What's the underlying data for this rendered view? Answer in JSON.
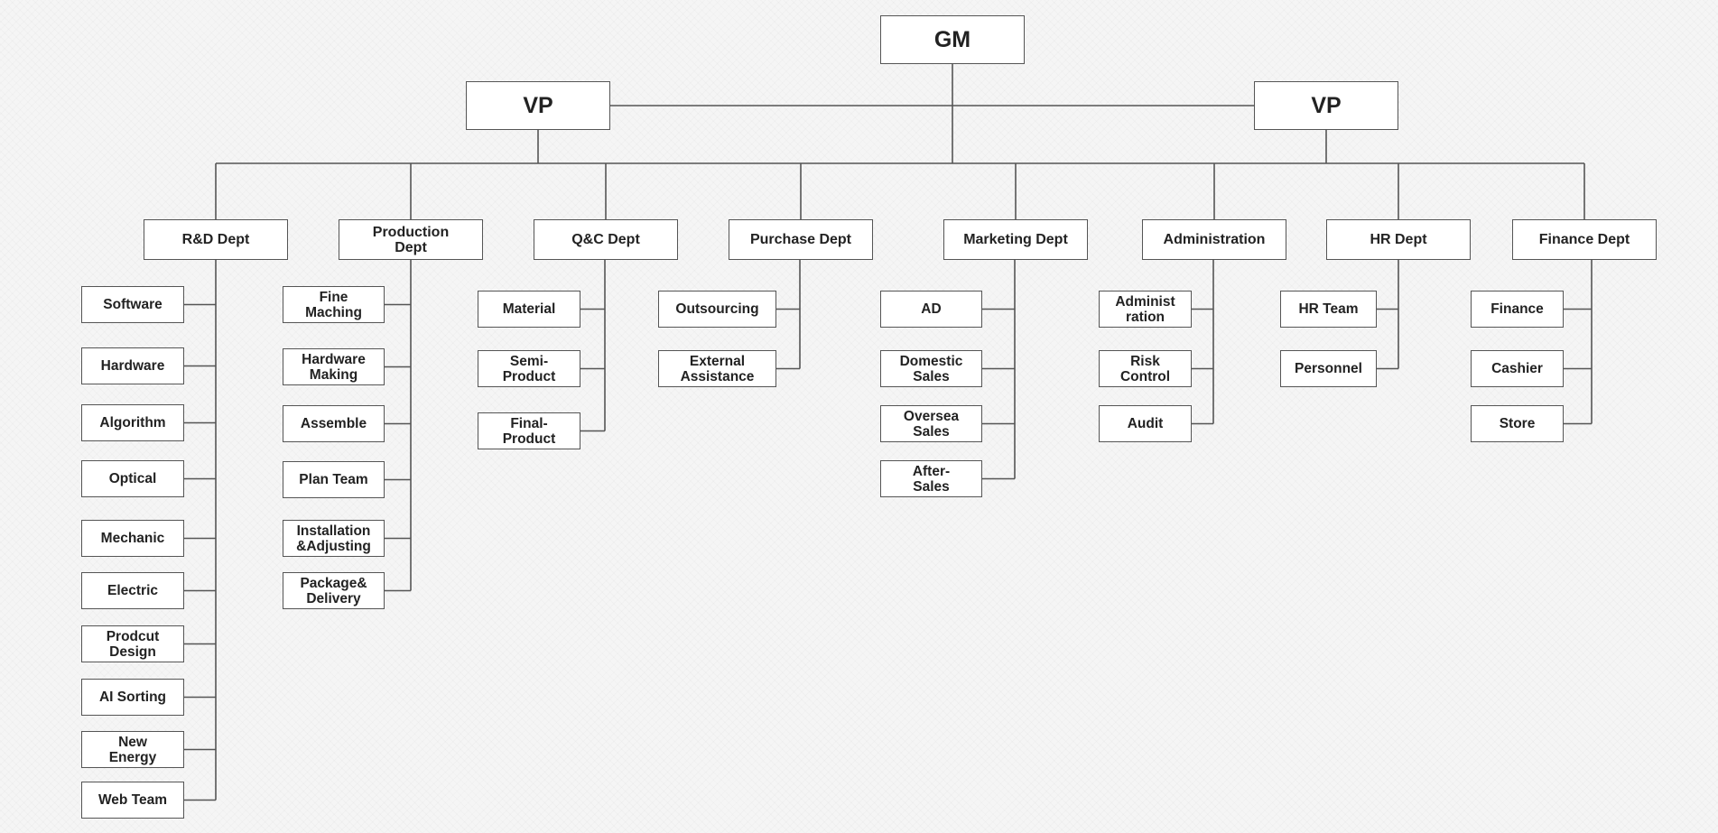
{
  "gm": "GM",
  "vp_left": "VP",
  "vp_right": "VP",
  "departments": [
    {
      "key": "rd",
      "name": "R&D Dept",
      "units": [
        "Software",
        "Hardware",
        "Algorithm",
        "Optical",
        "Mechanic",
        "Electric",
        "Prodcut\nDesign",
        "AI Sorting",
        "New\nEnergy",
        "Web Team"
      ]
    },
    {
      "key": "production",
      "name": "Production\nDept",
      "units": [
        "Fine\nMaching",
        "Hardware\nMaking",
        "Assemble",
        "Plan Team",
        "Installation\n&Adjusting",
        "Package&\nDelivery"
      ]
    },
    {
      "key": "qc",
      "name": "Q&C Dept",
      "units": [
        "Material",
        "Semi-\nProduct",
        "Final-\nProduct"
      ]
    },
    {
      "key": "purchase",
      "name": "Purchase Dept",
      "units": [
        "Outsourcing",
        "External\nAssistance"
      ]
    },
    {
      "key": "marketing",
      "name": "Marketing Dept",
      "units": [
        "AD",
        "Domestic\nSales",
        "Oversea\nSales",
        "After-\nSales"
      ]
    },
    {
      "key": "administration",
      "name": "Administration",
      "units": [
        "Administ\nration",
        "Risk\nControl",
        "Audit"
      ]
    },
    {
      "key": "hr",
      "name": "HR Dept",
      "units": [
        "HR Team",
        "Personnel"
      ]
    },
    {
      "key": "finance",
      "name": "Finance Dept",
      "units": [
        "Finance",
        "Cashier",
        "Store"
      ]
    }
  ],
  "colors": {
    "background": "#f5f5f5",
    "box_fill": "#ffffff",
    "box_border": "#555555",
    "line": "#555555",
    "text": "#222222"
  }
}
